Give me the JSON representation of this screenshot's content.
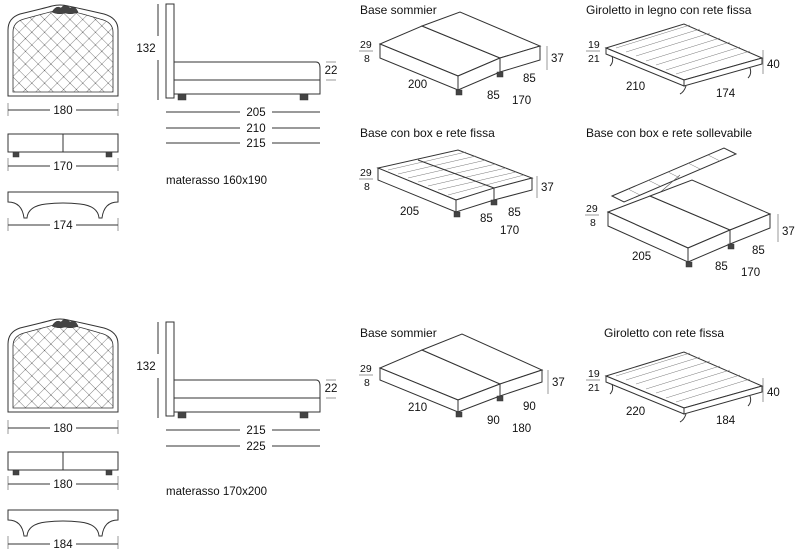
{
  "row1": {
    "front": {
      "height": "132",
      "width": "180",
      "base_width": "170",
      "frame_width": "174"
    },
    "side": {
      "mattress_height": "22",
      "depths": [
        "205",
        "210",
        "215"
      ]
    },
    "mattress_label": "materasso 160x190",
    "base_sommier": {
      "title": "Base sommier",
      "frac_top": "29",
      "frac_bottom": "8",
      "height": "37",
      "length": "200",
      "half_a": "85",
      "half_b": "85",
      "total": "170"
    },
    "giroletto": {
      "title": "Giroletto in legno con rete fissa",
      "frac_top": "19",
      "frac_bottom": "21",
      "height": "40",
      "length": "210",
      "width": "174"
    },
    "box_fissa": {
      "title": "Base con box e rete fissa",
      "frac_top": "29",
      "frac_bottom": "8",
      "height": "37",
      "length": "205",
      "half_a": "85",
      "half_b": "85",
      "total": "170"
    },
    "box_sollevabile": {
      "title": "Base con box e rete sollevabile",
      "frac_top": "29",
      "frac_bottom": "8",
      "height": "37",
      "length": "205",
      "half_a": "85",
      "half_b": "85",
      "total": "170"
    }
  },
  "row2": {
    "front": {
      "height": "132",
      "width": "180",
      "base_width": "180",
      "frame_width": "184"
    },
    "side": {
      "mattress_height": "22",
      "depths": [
        "215",
        "225"
      ]
    },
    "mattress_label": "materasso 170x200",
    "base_sommier": {
      "title": "Base sommier",
      "frac_top": "29",
      "frac_bottom": "8",
      "height": "37",
      "length": "210",
      "half_a": "90",
      "half_b": "90",
      "total": "180"
    },
    "giroletto": {
      "title": "Giroletto con rete fissa",
      "frac_top": "19",
      "frac_bottom": "21",
      "height": "40",
      "length": "220",
      "width": "184"
    }
  }
}
